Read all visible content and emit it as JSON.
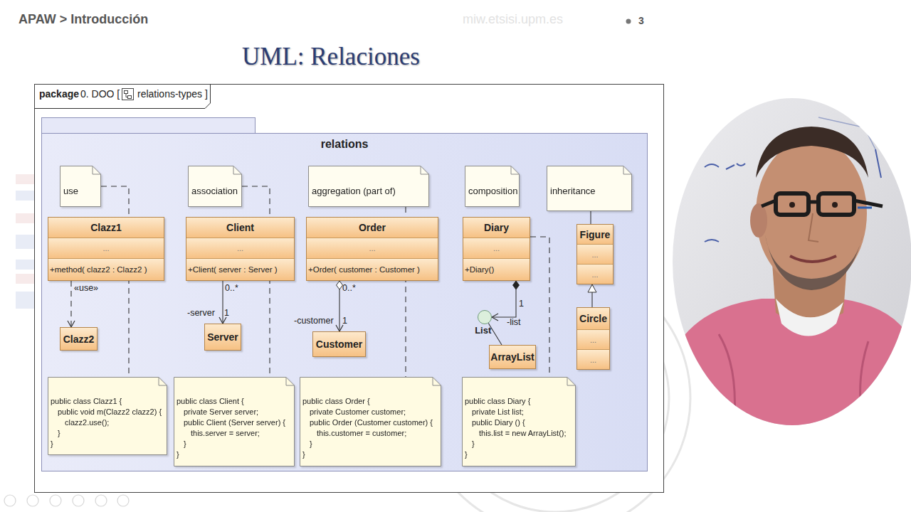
{
  "diagram": {
    "title": "UML: Relaciones",
    "nodes": [
      {
        "text": [
          "package",
          "0. DOO [",
          "relations-types ]"
        ]
      },
      {
        "text": [
          "relations"
        ],
        "in": 0
      },
      {
        "text": [
          "use"
        ],
        "in": 1
      },
      {
        "text": [
          "association"
        ],
        "in": 1
      },
      {
        "text": [
          "aggregation (part of)"
        ],
        "in": 1
      },
      {
        "text": [
          "composition"
        ],
        "in": 1
      },
      {
        "text": [
          "inheritance"
        ],
        "in": 1
      },
      {
        "text": [
          "Clazz1",
          "...",
          "+method( clazz2 : Clazz2 )"
        ],
        "in": 1
      },
      {
        "text": [
          "Client",
          "...",
          "+Client( server : Server )"
        ],
        "in": 1
      },
      {
        "text": [
          "Order",
          "...",
          "+Order( customer : Customer )"
        ],
        "in": 1
      },
      {
        "text": [
          "Diary",
          "...",
          "+Diary()"
        ],
        "in": 1
      },
      {
        "text": [
          "Figure",
          "...",
          "..."
        ],
        "in": 1
      },
      {
        "text": [
          "Clazz2"
        ],
        "in": 1
      },
      {
        "text": [
          "Server"
        ],
        "in": 1
      },
      {
        "text": [
          "Customer"
        ],
        "in": 1
      },
      {
        "text": [
          "List"
        ],
        "in": 1
      },
      {
        "text": [
          "ArrayList"
        ],
        "in": 1
      },
      {
        "text": [
          "Circle",
          "...",
          "..."
        ],
        "in": 1
      },
      {
        "text": [
          "public class Clazz1 {",
          "public void m(Clazz2 clazz2) {",
          "clazz2.use();",
          "}",
          "}"
        ],
        "in": 1
      },
      {
        "text": [
          "public class Client {",
          "private Server server;",
          "public Client (Server server) {",
          "this.server = server;",
          "}",
          "}"
        ],
        "in": 1
      },
      {
        "text": [
          "public class Order {",
          "private Customer customer;",
          "public Order (Customer customer) {",
          "this.customer = customer;",
          "}",
          "}"
        ],
        "in": 1
      },
      {
        "text": [
          "public class Diary {",
          "private List list;",
          "public Diary () {",
          "this.list = new ArrayList();",
          "}",
          "}"
        ],
        "in": 1
      }
    ],
    "edges": [
      {
        "from": 7,
        "to": 12,
        "arrow": "to",
        "label": "«use»"
      },
      {
        "from": 8,
        "to": 13,
        "arrow": "to"
      },
      {
        "from": 9,
        "to": 14,
        "arrow": "both"
      },
      {
        "from": 10,
        "to": 15,
        "arrow": "both"
      },
      {
        "from": 16,
        "to": 15,
        "arrow": "none"
      },
      {
        "from": 17,
        "to": 11,
        "arrow": "to"
      },
      {
        "from": 2,
        "to": 18,
        "arrow": "none"
      },
      {
        "from": 3,
        "to": 19,
        "arrow": "none"
      },
      {
        "from": 4,
        "to": 20,
        "arrow": "none"
      },
      {
        "from": 10,
        "to": 21,
        "arrow": "none"
      },
      {
        "from": 6,
        "to": 11,
        "arrow": "none"
      }
    ],
    "labels": [
      "APAW > Introducción",
      "miw.etsisi.upm.es",
      "3",
      "0..*",
      "-server",
      "1",
      "0..*",
      "-customer",
      "1",
      "1",
      "-list"
    ]
  }
}
